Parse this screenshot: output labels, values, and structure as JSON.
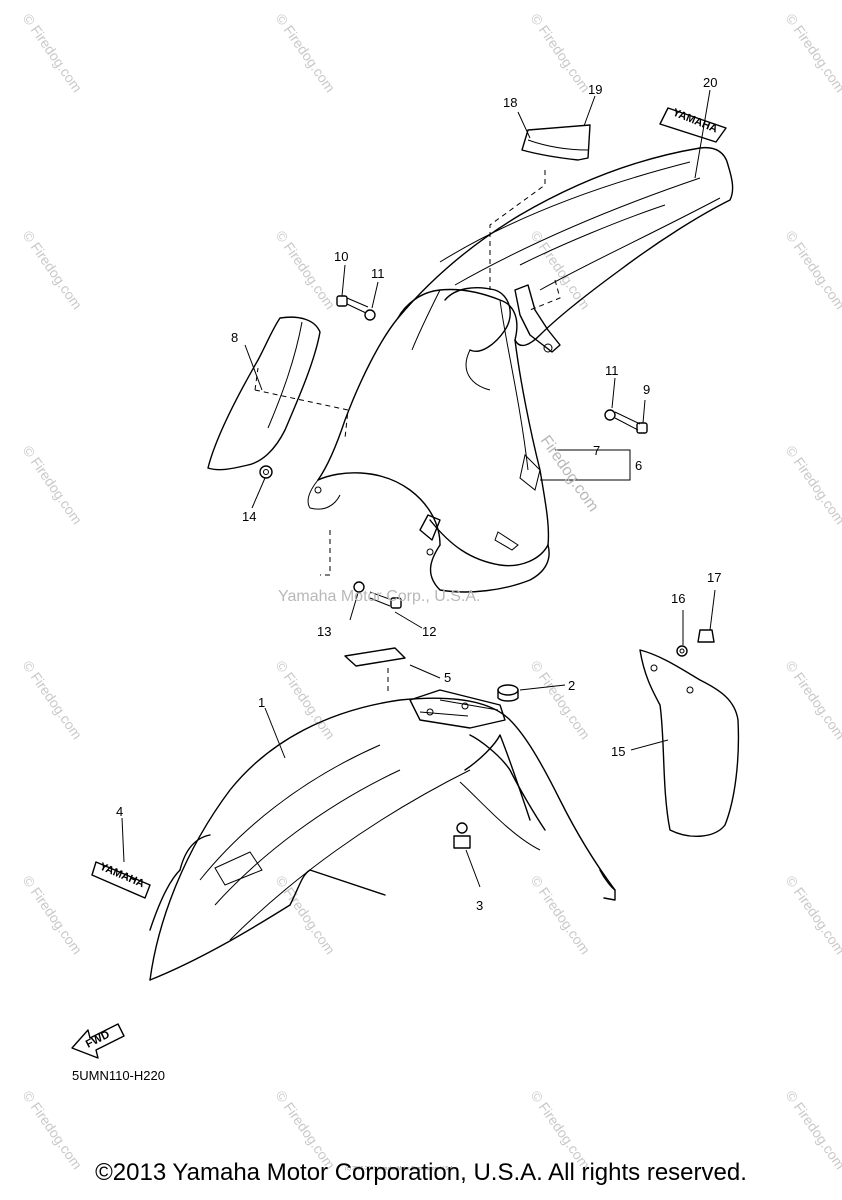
{
  "diagram": {
    "part_code": "5UMN110-H220",
    "center_watermark": "Yamaha Motor Corp., U.S.A.",
    "site_watermark": "Firedog.com",
    "repeating_watermark": "© Firedog.com",
    "fwd_label": "FWD",
    "decal_text": "YAMAHA",
    "tiny_notice": "(c) 2005-2016 Yamaha Motor Corporation, U.S.A.",
    "callouts": [
      "1",
      "2",
      "3",
      "4",
      "5",
      "6",
      "7",
      "8",
      "9",
      "10",
      "11",
      "11",
      "12",
      "13",
      "14",
      "15",
      "16",
      "17",
      "18",
      "19",
      "20"
    ]
  },
  "footer": {
    "copyright": "©2013 Yamaha Motor Corporation, U.S.A. All rights reserved."
  }
}
